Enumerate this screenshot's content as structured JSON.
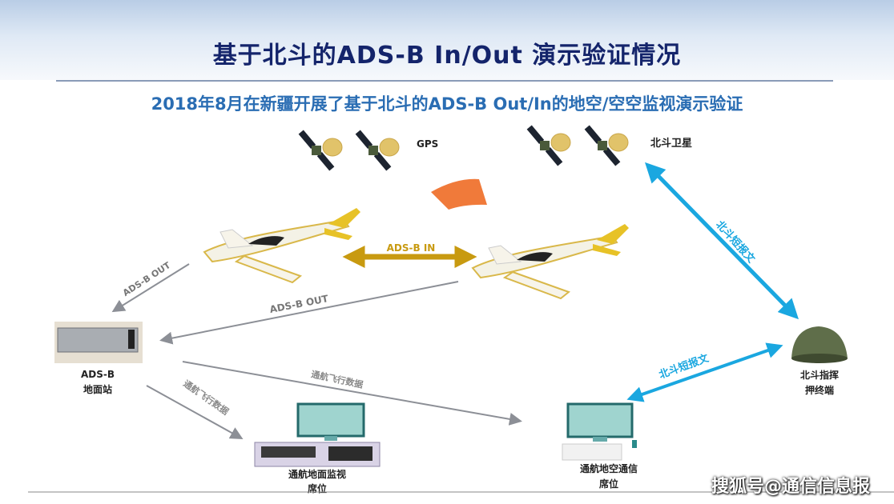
{
  "title": "基于北斗的ADS-B In/Out 演示验证情况",
  "subtitle": "2018年8月在新疆开展了基于北斗的ADS-B Out/In的地空/空空监视演示验证",
  "nodes": {
    "gps": "GPS",
    "beidou_satellite": "北斗卫星",
    "ground_station": [
      "ADS-B",
      "地面站"
    ],
    "beidou_terminal": [
      "北斗指挥",
      "押终端"
    ],
    "ground_monitor_seat": [
      "通航地面监视",
      "席位"
    ],
    "air_ground_comm_seat": [
      "通航地空通信",
      "席位"
    ]
  },
  "links": {
    "adsb_in": "ADS-B IN",
    "adsb_out_1": "ADS-B OUT",
    "adsb_out_2": "ADS-B OUT",
    "flight_data_1": "通航飞行数据",
    "flight_data_2": "通航飞行数据",
    "beidou_msg_1": "北斗短报文",
    "beidou_msg_2": "北斗短报文"
  },
  "watermark": "搜狐号@通信信息报",
  "colors": {
    "title": "#14246b",
    "subtitle": "#2a6db3",
    "beidou_arrow": "#1aa7e0",
    "adsb_in_arrow": "#c89a10",
    "grey_arrow": "#8c8f96"
  }
}
